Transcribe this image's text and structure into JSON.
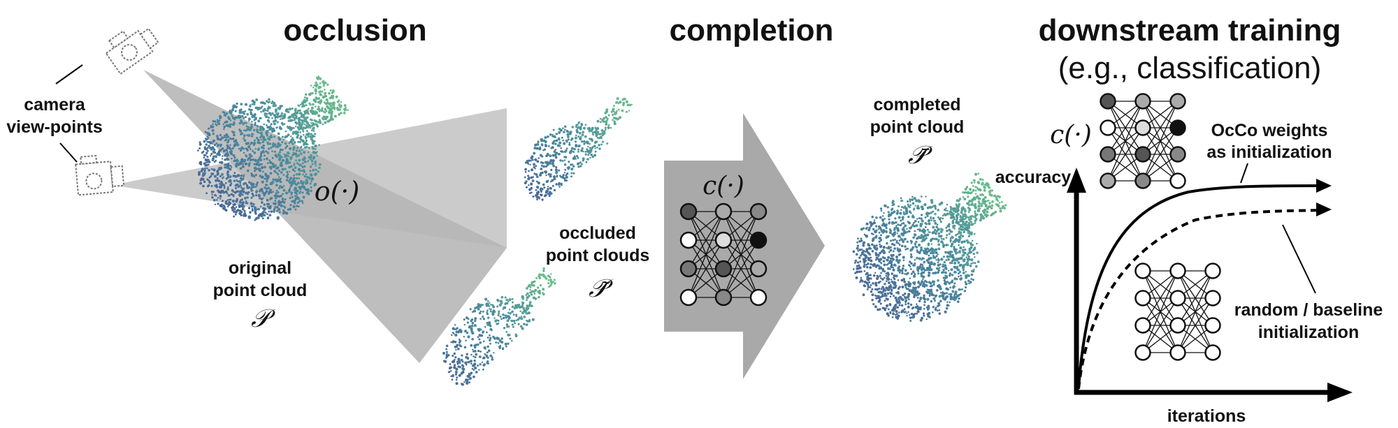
{
  "headings": {
    "occlusion": "occlusion",
    "completion": "completion",
    "downstream": "downstream training",
    "downstream_sub": "(e.g., classification)"
  },
  "labels": {
    "camera_1": "camera",
    "camera_2": "view-points",
    "original_1": "original",
    "original_2": "point cloud",
    "original_sym": "𝒫",
    "occluded_1": "occluded",
    "occluded_2": "point clouds",
    "occluded_sym": "𝒫̃",
    "completed_1": "completed",
    "completed_2": "point cloud",
    "completed_sym": "𝒫̄",
    "occ_func": "o(·)",
    "comp_func": "c(·)",
    "comp_func_plot": "c(·)",
    "occo_1": "OcCo weights",
    "occo_2": "as initialization",
    "random_1": "random / baseline",
    "random_2": "initialization",
    "accuracy": "accuracy",
    "iterations": "iterations"
  },
  "colors": {
    "cone": "#9a9a9a",
    "arrow": "#a9a9a9",
    "point_dark": "#4a5a93",
    "point_mid": "#4a8a9e",
    "point_light": "#6cc08a"
  }
}
